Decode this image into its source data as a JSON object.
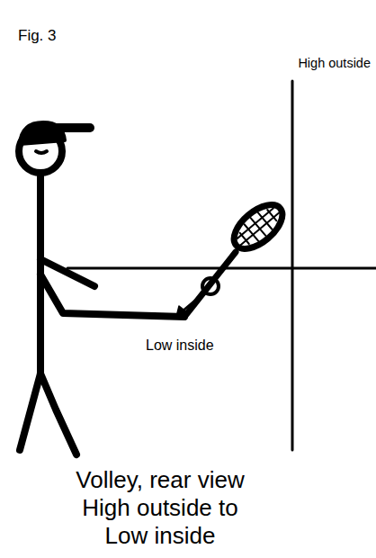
{
  "diagram": {
    "caption": "Volley, rear view High outside to Low inside",
    "labels": [
      "Fig. 3",
      "High outside",
      "Low inside"
    ]
  }
}
